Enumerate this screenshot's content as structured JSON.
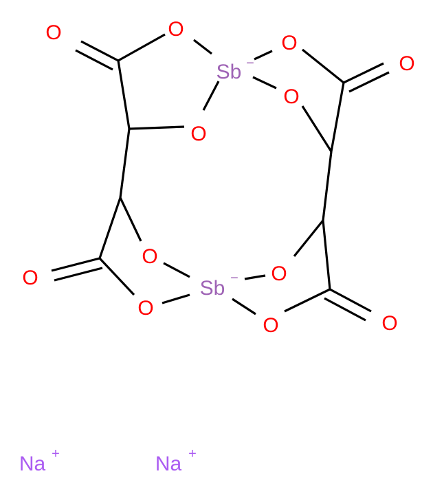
{
  "colors": {
    "background": "#ffffff",
    "carbon": "#000000",
    "oxygen": "#ff0000",
    "antimony": "#9e63b5",
    "sodium": "#ab5cf2"
  },
  "atoms": {
    "o_top_left_carbonyl": {
      "element": "O",
      "label": "O"
    },
    "o_top_ring_1": {
      "element": "O",
      "label": "O"
    },
    "sb_top": {
      "element": "Sb",
      "label": "Sb",
      "charge": "−"
    },
    "o_top_ring_2": {
      "element": "O",
      "label": "O"
    },
    "o_top_right_carbonyl": {
      "element": "O",
      "label": "O"
    },
    "o_top_ring_3": {
      "element": "O",
      "label": "O"
    },
    "o_top_ring_4": {
      "element": "O",
      "label": "O"
    },
    "o_mid_left": {
      "element": "O",
      "label": "O"
    },
    "o_bottom_left_carbonyl": {
      "element": "O",
      "label": "O"
    },
    "sb_bottom": {
      "element": "Sb",
      "label": "Sb",
      "charge": "−"
    },
    "o_mid_right": {
      "element": "O",
      "label": "O"
    },
    "o_bottom_ring_1": {
      "element": "O",
      "label": "O"
    },
    "o_bottom_ring_2": {
      "element": "O",
      "label": "O"
    },
    "o_bottom_right_carbonyl": {
      "element": "O",
      "label": "O"
    }
  },
  "counterions": [
    {
      "label": "Na",
      "charge": "+"
    },
    {
      "label": "Na",
      "charge": "+"
    }
  ]
}
